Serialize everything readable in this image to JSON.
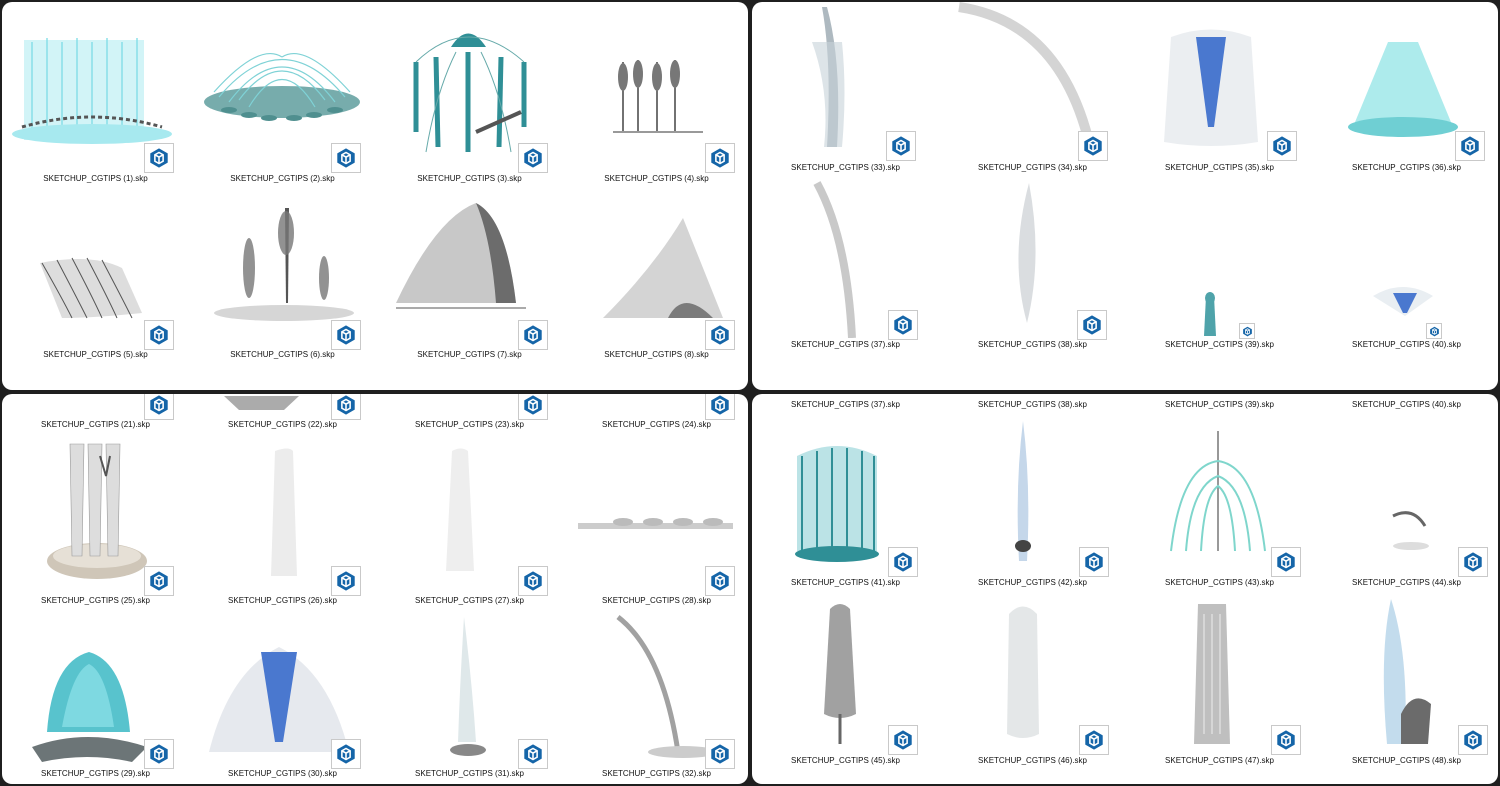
{
  "colors": {
    "background": "#1f1f1f",
    "panel": "#ffffff",
    "badge_blue": "#1565a8",
    "teal": "#2f8f96",
    "cyan": "#8fe3ea",
    "gray": "#6b6b6b",
    "blue_cone": "#4a78cf"
  },
  "icon": "sketchup-file-icon",
  "panels": {
    "top_left": {
      "labels": [
        "SKETCHUP_CGTIPS (1).skp",
        "SKETCHUP_CGTIPS (2).skp",
        "SKETCHUP_CGTIPS (3).skp",
        "SKETCHUP_CGTIPS (4).skp",
        "SKETCHUP_CGTIPS (5).skp",
        "SKETCHUP_CGTIPS (6).skp",
        "SKETCHUP_CGTIPS (7).skp",
        "SKETCHUP_CGTIPS (8).skp"
      ]
    },
    "top_right": {
      "labels": [
        "SKETCHUP_CGTIPS (33).skp",
        "SKETCHUP_CGTIPS (34).skp",
        "SKETCHUP_CGTIPS (35).skp",
        "SKETCHUP_CGTIPS (36).skp",
        "SKETCHUP_CGTIPS (37).skp",
        "SKETCHUP_CGTIPS (38).skp",
        "SKETCHUP_CGTIPS (39).skp",
        "SKETCHUP_CGTIPS (40).skp"
      ]
    },
    "bottom_left": {
      "labels": [
        "SKETCHUP_CGTIPS (21).skp",
        "SKETCHUP_CGTIPS (22).skp",
        "SKETCHUP_CGTIPS (23).skp",
        "SKETCHUP_CGTIPS (24).skp",
        "SKETCHUP_CGTIPS (25).skp",
        "SKETCHUP_CGTIPS (26).skp",
        "SKETCHUP_CGTIPS (27).skp",
        "SKETCHUP_CGTIPS (28).skp",
        "SKETCHUP_CGTIPS (29).skp",
        "SKETCHUP_CGTIPS (30).skp",
        "SKETCHUP_CGTIPS (31).skp",
        "SKETCHUP_CGTIPS (32).skp"
      ]
    },
    "bottom_right": {
      "labels": [
        "SKETCHUP_CGTIPS (37).skp",
        "SKETCHUP_CGTIPS (38).skp",
        "SKETCHUP_CGTIPS (39).skp",
        "SKETCHUP_CGTIPS (40).skp",
        "SKETCHUP_CGTIPS (41).skp",
        "SKETCHUP_CGTIPS (42).skp",
        "SKETCHUP_CGTIPS (43).skp",
        "SKETCHUP_CGTIPS (44).skp",
        "SKETCHUP_CGTIPS (45).skp",
        "SKETCHUP_CGTIPS (46).skp",
        "SKETCHUP_CGTIPS (47).skp",
        "SKETCHUP_CGTIPS (48).skp"
      ]
    }
  }
}
